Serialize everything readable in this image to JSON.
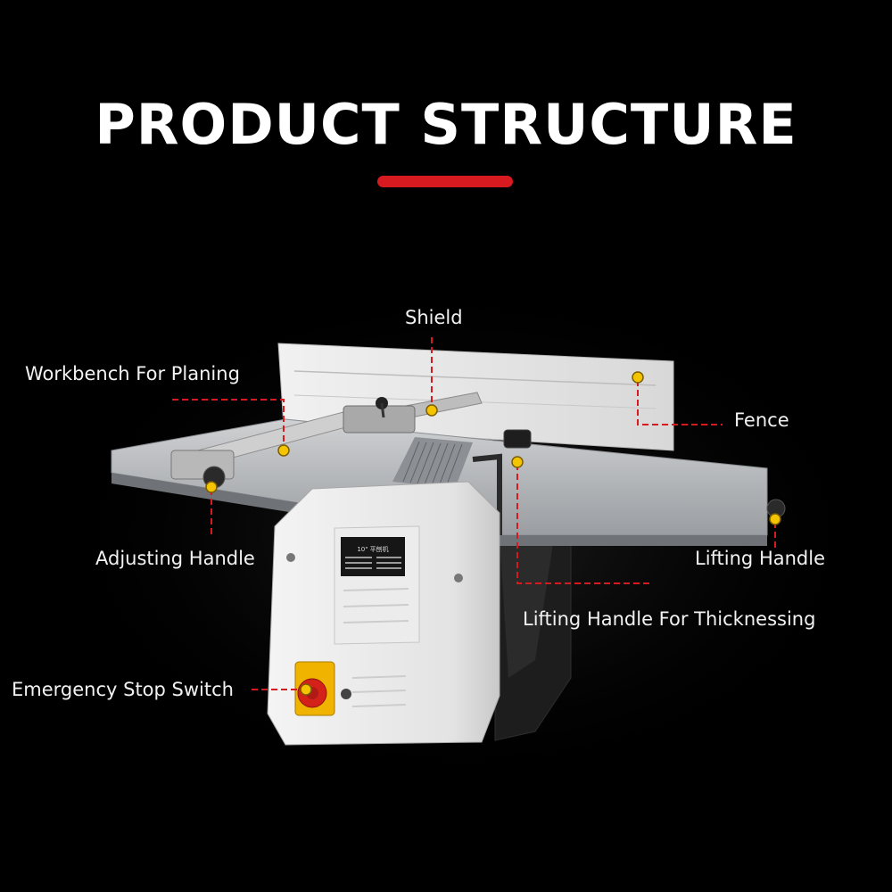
{
  "title": "PRODUCT STRUCTURE",
  "colors": {
    "background": "#000000",
    "accent": "#d71920",
    "marker": "#f5c400",
    "text": "#f2f2f2"
  },
  "machine_panel_text": "10\" 平刨机",
  "callouts": [
    {
      "id": "shield",
      "label": "Shield"
    },
    {
      "id": "workbench",
      "label": "Workbench For Planing"
    },
    {
      "id": "fence",
      "label": "Fence"
    },
    {
      "id": "adjusting",
      "label": "Adjusting Handle"
    },
    {
      "id": "lifting",
      "label": "Lifting Handle"
    },
    {
      "id": "lifting-thick",
      "label": "Lifting Handle For Thicknessing"
    },
    {
      "id": "estop",
      "label": "Emergency Stop Switch"
    }
  ]
}
